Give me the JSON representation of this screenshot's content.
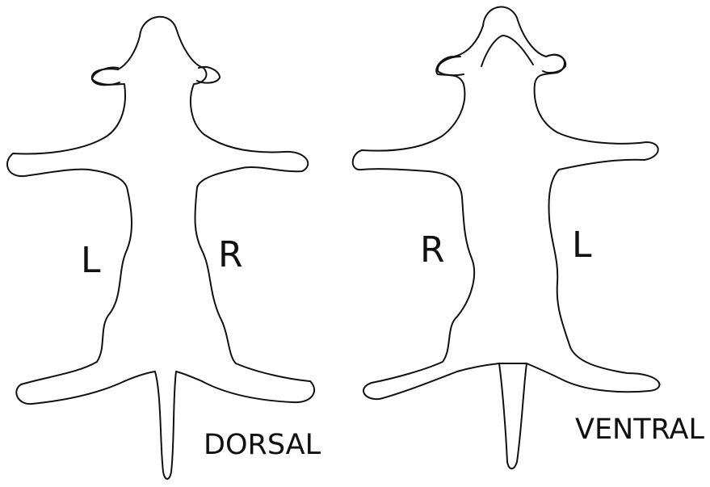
{
  "dorsal": {
    "left_label": "L",
    "right_label": "R",
    "caption": "DORSAL"
  },
  "ventral": {
    "left_label": "R",
    "right_label": "L",
    "caption": "VENTRAL"
  },
  "colors": {
    "line": "#111111",
    "background": "#ffffff"
  }
}
